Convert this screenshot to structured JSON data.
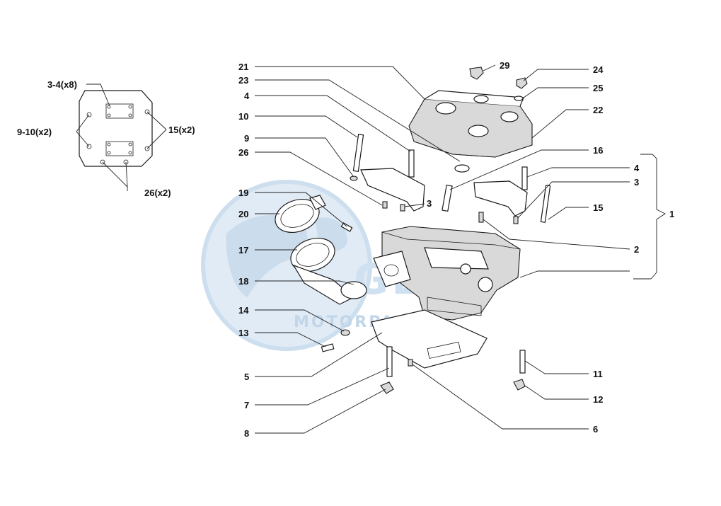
{
  "watermark": {
    "text": "MOTORPARTS",
    "color": "#cfe0f1"
  },
  "inset_labels": [
    "3-4(x8)",
    "9-10(x2)",
    "15(x2)",
    "26(x2)"
  ],
  "callouts": {
    "c21": "21",
    "c23": "23",
    "c4a": "4",
    "c10": "10",
    "c9": "9",
    "c26": "26",
    "c19": "19",
    "c20": "20",
    "c17": "17",
    "c18": "18",
    "c14": "14",
    "c13": "13",
    "c5": "5",
    "c7": "7",
    "c8": "8",
    "c29": "29",
    "c24": "24",
    "c25": "25",
    "c22": "22",
    "c16": "16",
    "c4b": "4",
    "c3a": "3",
    "c3b": "3",
    "c15": "15",
    "c1": "1",
    "c2": "2",
    "c11": "11",
    "c12": "12",
    "c6": "6"
  }
}
